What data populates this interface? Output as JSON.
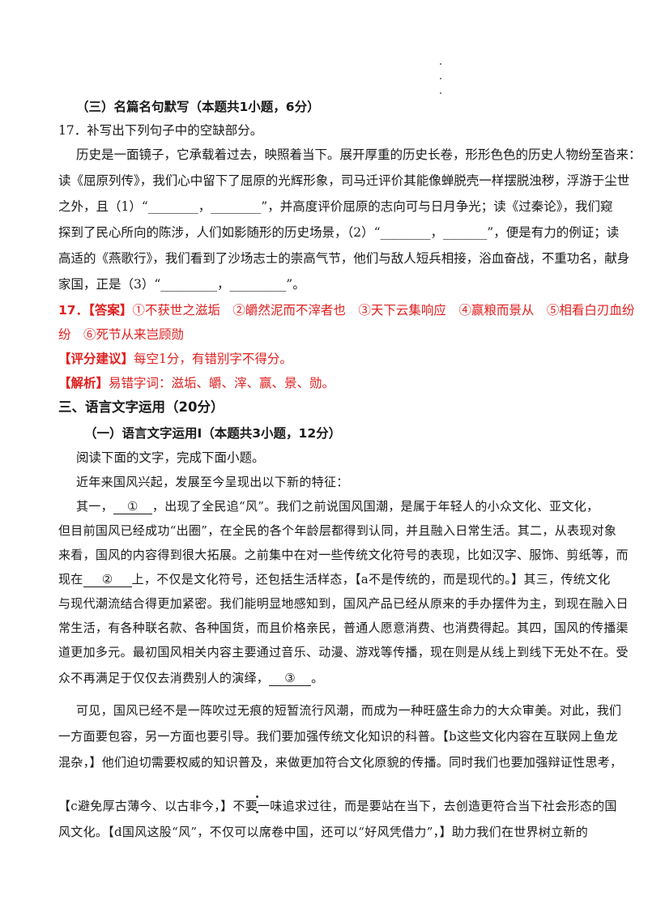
{
  "section3_sub": "（三）名篇名句默写（本题共1小题，6分）",
  "q17": {
    "prompt": "17．补写出下列句子中的空缺部分。",
    "lines": [
      "历史是一面镜子，它承载着过去，映照着当下。展开厚重的历史长卷，形形色色的历史人物纷至沓来：",
      "读《屈原列传》，我们心中留下了屈原的光辉形象，司马迁评价其能像蝉脱壳一样摆脱浊秽，浮游于尘世",
      "之外，且（1）“________，________”，并高度评价屈原的志向可与日月争光；读《过秦论》，我们窥",
      "探到了民心所向的陈涉，人们如影随形的历史场景，（2）“________，_______”，便是有力的例证；读",
      "高适的《燕歌行》，我们看到了沙场志士的崇高气节，他们与敌人短兵相接，浴血奋战，不重功名，献身",
      "家国，正是（3）“_________，_________”。"
    ],
    "answer_label": "17．【答案】",
    "answer_line1": "①不获世之滋垢　②皭然泥而不滓者也　③天下云集响应　④赢粮而景从　⑤相看白刃血纷",
    "answer_line2": "纷　⑥死节从来岂顾勋",
    "scoring_label": "【评分建议】",
    "scoring_text": "每空1分，有错别字不得分。",
    "analysis_label": "【解析】",
    "analysis_text": "易错字词：滋垢、皭、滓、赢、景、勋。"
  },
  "part3_title": "三、语言文字运用（20分）",
  "part3_sub": "（一）语言文字运用Ⅰ（本题共3小题，12分）",
  "reading_instruction": "阅读下面的文字，完成下面小题。",
  "passage": {
    "p1": "近年来国风兴起，发展至今呈现出以下新的特征：",
    "l1_pre": "其一，",
    "blank1": "①",
    "l1_post": "，出现了全民追“风”。我们之前说国风国潮，是属于年轻人的小众文化、亚文化，",
    "l2": "但目前国风已经成功“出圈”，在全民的各个年龄层都得到认同，并且融入日常生活。其二，从表现对象",
    "l3": "来看，国风的内容得到很大拓展。之前集中在对一些传统文化符号的表现，比如汉字、服饰、剪纸等，而",
    "l4_pre": "现在",
    "blank2": "②",
    "l4_post": "上，不仅是文化符号，还包括生活样态，【a不是传统的，而是现代的。】其三，传统文化",
    "l5": "与现代潮流结合得更加紧密。我们能明显地感知到，国风产品已经从原来的手办摆件为主，到现在融入日",
    "l6": "常生活，有各种联名款、各种国货，而且价格亲民，普通人愿意消费、也消费得起。其四，国风的传播渠",
    "l7": "道更加多元。最初国风相关内容主要通过音乐、动漫、游戏等传播，现在则是从线上到线下无处不在。受",
    "l8_pre": "众不再满足于仅仅去消费别人的演绎，",
    "blank3": "③",
    "l8_post": "。",
    "l9": "可见，国风已经不是一阵吹过无痕的短暂流行风潮，而成为一种旺盛生命力的大众审美。对此，我们",
    "l10": "一方面要包容，另一方面也要引导。我们要加强传统文化知识的科普。【b这些文化内容在互联网上鱼龙",
    "l11": "混杂，】他们迫切需要权威的知识普及，来做更加符合文化原貌的传播。同时我们也要加强辩证性思考，",
    "l12": "【c避免厚古薄今、以古非今，】不要一味追求过往，而是要站在当下，去创造更符合当下社会形态的国",
    "l13": "风文化。【d国风这股“风”，不仅可以席卷中国，还可以“好风凭借力”，】助力我们在世界树立新的"
  }
}
